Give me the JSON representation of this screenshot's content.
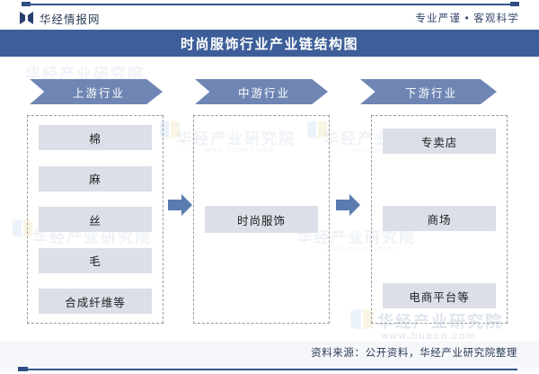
{
  "header": {
    "brand_name": "华经情报网",
    "logo_icon": "bowtie-logo-icon",
    "tagline": "专业严谨 • 客观科学"
  },
  "title": {
    "text": "时尚服饰行业产业链结构图"
  },
  "diagram": {
    "type": "industry-chain",
    "columns": [
      {
        "id": "upstream",
        "banner_label": "上游行业",
        "nodes": [
          "棉",
          "麻",
          "丝",
          "毛",
          "合成纤维等"
        ]
      },
      {
        "id": "midstream",
        "banner_label": "中游行业",
        "nodes": [
          "时尚服饰"
        ]
      },
      {
        "id": "downstream",
        "banner_label": "下游行业",
        "nodes": [
          "专卖店",
          "商场",
          "电商平台等"
        ]
      }
    ],
    "connectors": [
      {
        "id": "arrow-upstream-to-midstream",
        "icon": "right-arrow-icon"
      },
      {
        "id": "arrow-midstream-to-downstream",
        "icon": "right-arrow-icon"
      }
    ]
  },
  "watermarks": {
    "primary": "华经产业研究院",
    "secondary": "www.huaon.com",
    "badge_icon": "open-book-icon"
  },
  "footer": {
    "source": "资料来源：公开资料，华经产业研究院整理"
  },
  "colors": {
    "title_bar": "#3e5e99",
    "banner": "#6f86b4",
    "node": "#dcdfe8",
    "arrow": "#5a7ab0",
    "accent_line": "#33568f",
    "dashed_border": "#9a9a9a"
  }
}
